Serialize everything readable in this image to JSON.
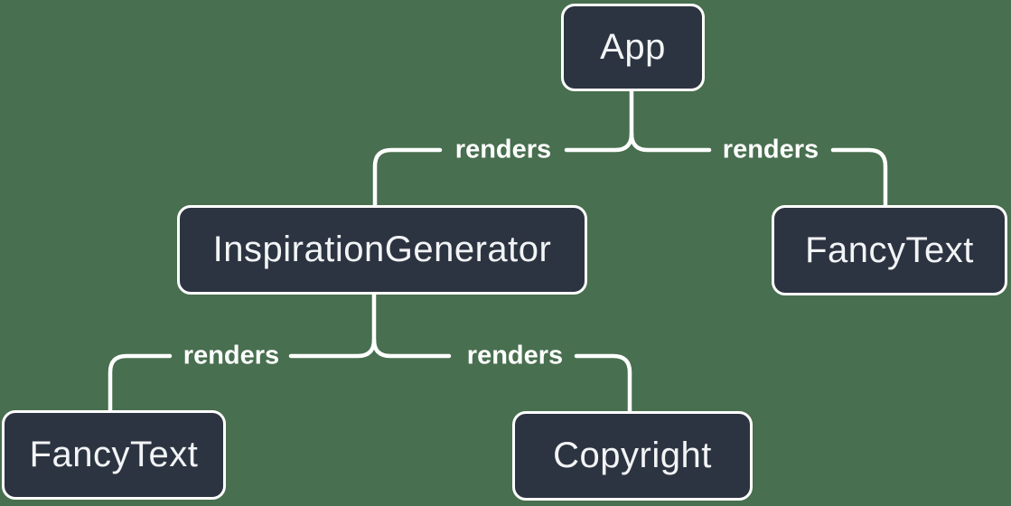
{
  "colors": {
    "background": "#486F4F",
    "node-fill": "#2D3441",
    "node-border": "#FFFFFF",
    "node-text": "#F2F4F6",
    "line": "#FFFFFF",
    "edge-label-text": "#FFFFFF"
  },
  "diagram": {
    "type": "tree",
    "nodes": [
      {
        "id": "app",
        "label": "App"
      },
      {
        "id": "inspiration-generator",
        "label": "InspirationGenerator"
      },
      {
        "id": "fancy-text-top",
        "label": "FancyText"
      },
      {
        "id": "fancy-text-bottom",
        "label": "FancyText"
      },
      {
        "id": "copyright",
        "label": "Copyright"
      }
    ],
    "edges": [
      {
        "from": "App",
        "to": "InspirationGenerator",
        "label": "renders"
      },
      {
        "from": "App",
        "to": "FancyText",
        "label": "renders"
      },
      {
        "from": "InspirationGenerator",
        "to": "FancyText",
        "label": "renders"
      },
      {
        "from": "InspirationGenerator",
        "to": "Copyright",
        "label": "renders"
      }
    ]
  }
}
